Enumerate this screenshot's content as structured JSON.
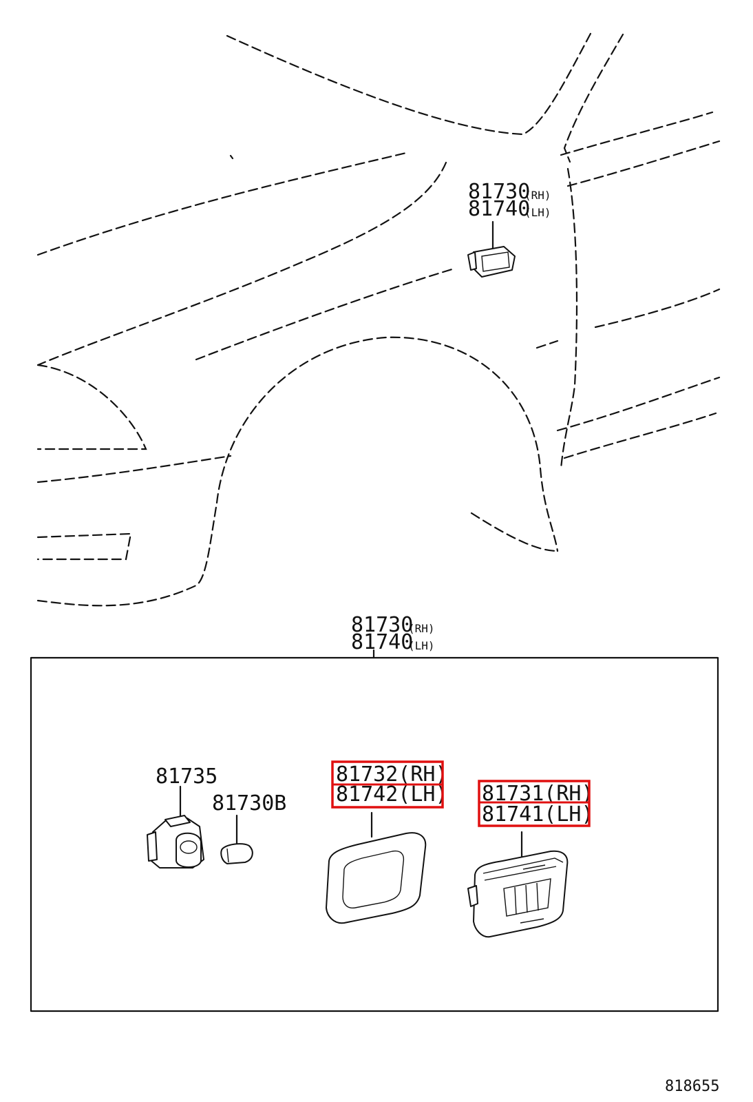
{
  "car_callout": {
    "number_rh": "81730",
    "side_rh": "(RH)",
    "number_lh": "81740",
    "side_lh": "(LH)"
  },
  "assembly_callout": {
    "number_rh": "81730",
    "side_rh": "(RH)",
    "number_lh": "81740",
    "side_lh": "(LH)"
  },
  "parts": {
    "socket": "81735",
    "bulb": "81730B",
    "lens_rh": "81732(RH)",
    "lens_lh": "81742(LH)",
    "lamp_rh": "81731(RH)",
    "lamp_lh": "81741(LH)"
  },
  "diagram_code": "818655",
  "highlight_color": "#e01010"
}
